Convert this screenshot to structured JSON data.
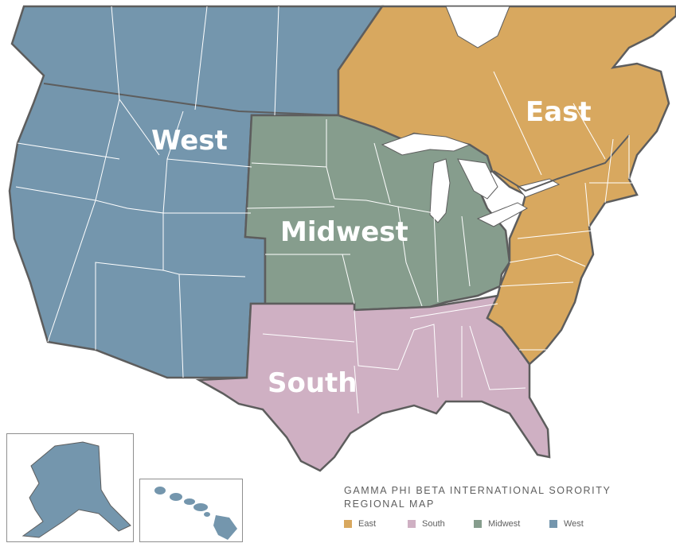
{
  "colors": {
    "east": "#d8a85f",
    "south": "#cfb0c3",
    "midwest": "#869d8d",
    "west": "#7496ad",
    "canada_west": "#7496ad",
    "canada_east": "#d8a85f",
    "border": "#5d5d5d",
    "state_line": "#ffffff",
    "water": "#ffffff"
  },
  "regions": {
    "west": {
      "label": "West"
    },
    "midwest": {
      "label": "Midwest"
    },
    "south": {
      "label": "South"
    },
    "east": {
      "label": "East"
    }
  },
  "legend": {
    "title_line1": "GAMMA PHI BETA INTERNATIONAL SORORITY",
    "title_line2": "REGIONAL MAP",
    "items": [
      {
        "label": "East",
        "color": "#d8a85f"
      },
      {
        "label": "South",
        "color": "#cfb0c3"
      },
      {
        "label": "Midwest",
        "color": "#869d8d"
      },
      {
        "label": "West",
        "color": "#7496ad"
      }
    ]
  },
  "insets": {
    "alaska_icon": "alaska-shape",
    "hawaii_icon": "hawaii-islands-shape"
  }
}
